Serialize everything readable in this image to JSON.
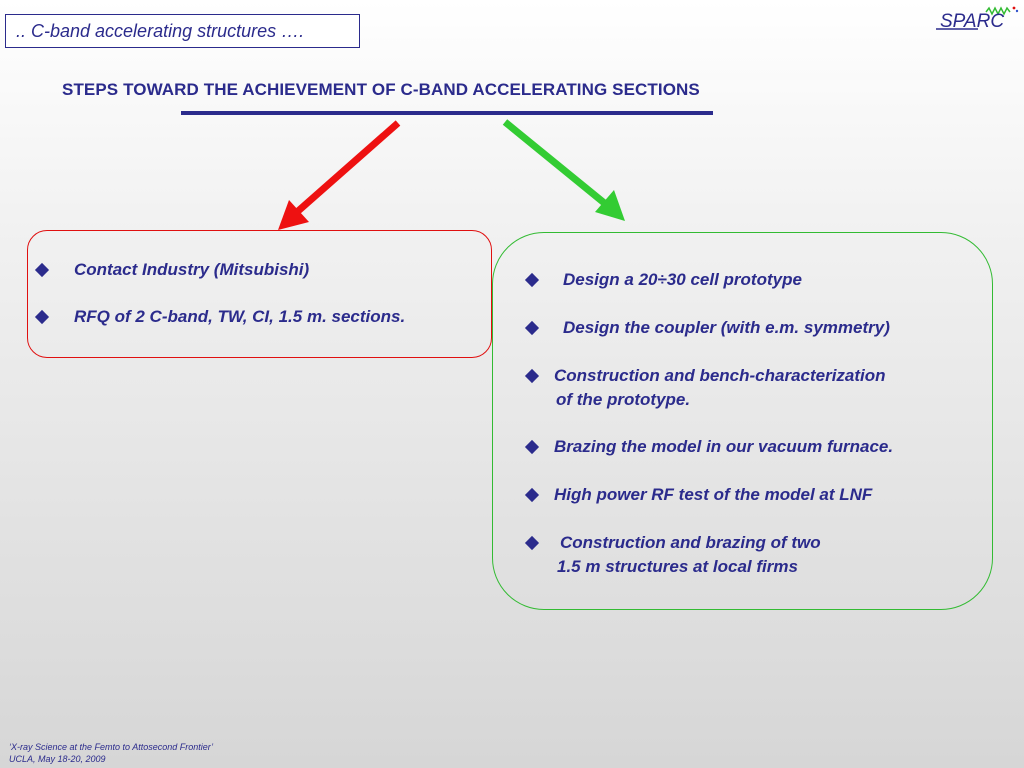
{
  "slide_title": ".. C-band accelerating structures ….",
  "logo_text": "SPARC",
  "headline": "STEPS TOWARD THE ACHIEVEMENT OF C-BAND ACCELERATING SECTIONS",
  "left_box": {
    "items": [
      "Contact Industry (Mitsubishi)",
      "RFQ of 2 C-band, TW, CI, 1.5 m. sections."
    ]
  },
  "right_box": {
    "items": [
      {
        "line1": "Design a 20÷30 cell prototype"
      },
      {
        "line1": "Design the coupler (with e.m. symmetry)"
      },
      {
        "line1": "Construction and bench-characterization",
        "line2": "of the prototype."
      },
      {
        "line1": "Brazing the model in our vacuum furnace."
      },
      {
        "line1": "High power RF test of the model at LNF"
      },
      {
        "line1": "Construction and brazing of two",
        "line2": "1.5 m structures at local firms"
      }
    ]
  },
  "footer": {
    "line1": "‘X-ray Science at the Femto to Attosecond Frontier’",
    "line2": "UCLA, May 18-20, 2009"
  },
  "colors": {
    "text": "#2b2b8c",
    "left_arrow": "#ee1111",
    "right_arrow": "#33cc33",
    "left_box_border": "#e01010",
    "right_box_border": "#33bb33"
  }
}
